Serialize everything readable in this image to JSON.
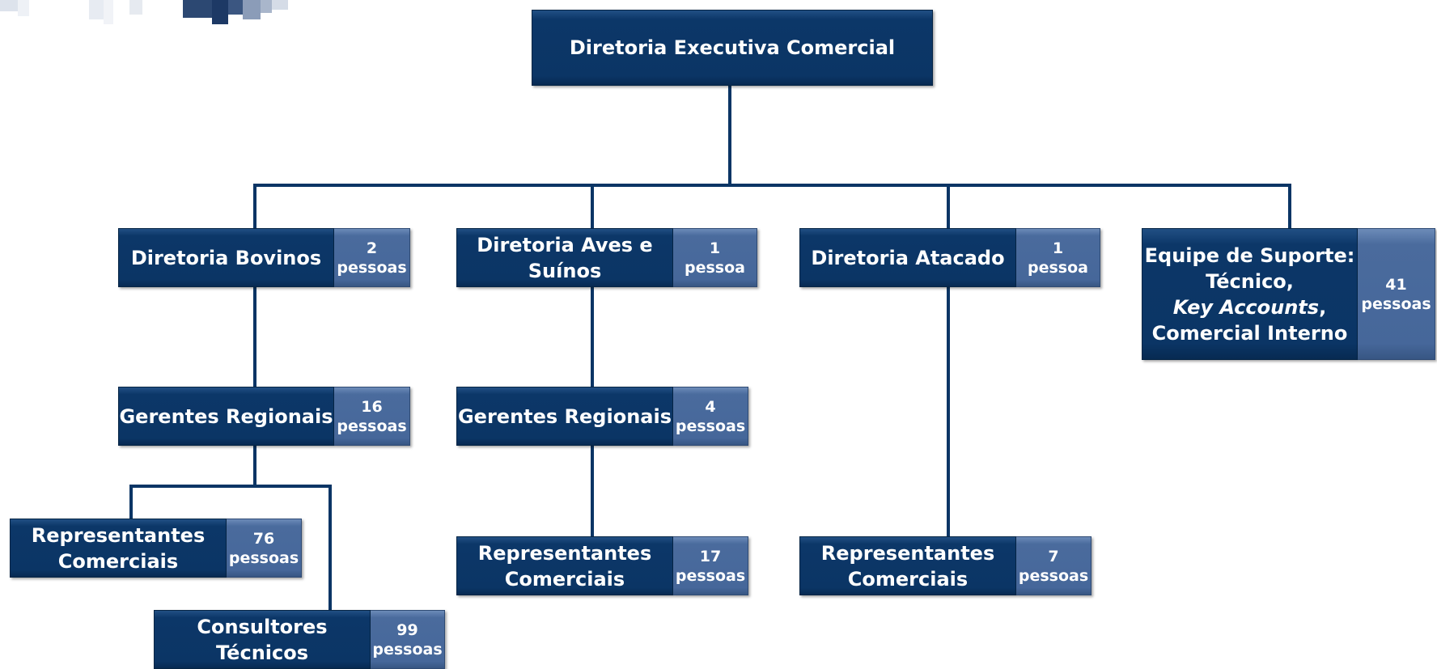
{
  "colors": {
    "box_dark": "#0b3565",
    "box_light": "#46679a",
    "connector": "#0b3565",
    "text": "#ffffff"
  },
  "org_chart": {
    "root": {
      "title": "Diretoria Executiva Comercial"
    },
    "bovinos": {
      "title": "Diretoria Bovinos",
      "count": "2",
      "unit": "pessoas",
      "regional": {
        "title": "Gerentes Regionais",
        "count": "16",
        "unit": "pessoas"
      },
      "representantes": {
        "title_line1": "Representantes",
        "title_line2": "Comerciais",
        "count": "76",
        "unit": "pessoas"
      },
      "consultores": {
        "title_line1": "Consultores",
        "title_line2": "Técnicos",
        "count": "99",
        "unit": "pessoas"
      }
    },
    "aves": {
      "title_line1": "Diretoria Aves e",
      "title_line2": "Suínos",
      "count": "1",
      "unit": "pessoa",
      "regional": {
        "title": "Gerentes Regionais",
        "count": "4",
        "unit": "pessoas"
      },
      "representantes": {
        "title_line1": "Representantes",
        "title_line2": "Comerciais",
        "count": "17",
        "unit": "pessoas"
      }
    },
    "atacado": {
      "title": "Diretoria Atacado",
      "count": "1",
      "unit": "pessoa",
      "representantes": {
        "title_line1": "Representantes",
        "title_line2": "Comerciais",
        "count": "7",
        "unit": "pessoas"
      }
    },
    "suporte": {
      "title_line1": "Equipe de Suporte:",
      "title_line2": "Técnico,",
      "title_line3": "Key Accounts",
      "title_line3_suffix": ",",
      "title_line4": "Comercial Interno",
      "count": "41",
      "unit": "pessoas"
    }
  }
}
